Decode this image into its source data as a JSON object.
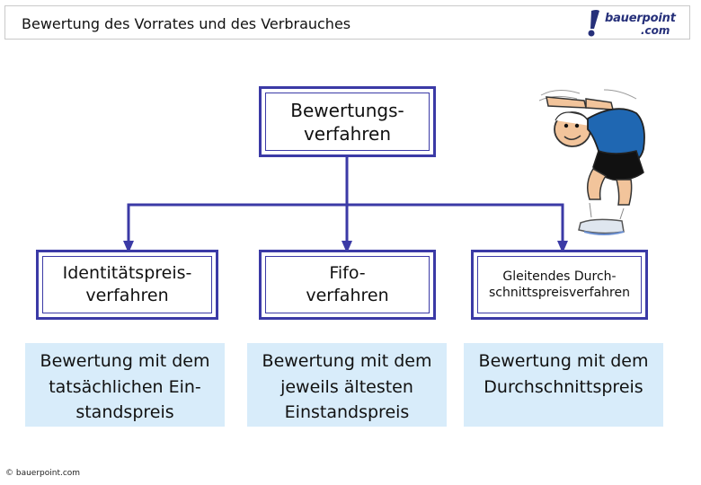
{
  "header": {
    "title": "Bewertung des Vorrates und des Verbrauches",
    "logo_main": "bauerpoint",
    "logo_sub": ".com"
  },
  "diagram": {
    "root": "Bewertungs-\nverfahren",
    "methods": [
      {
        "label": "Identitätspreis-\nverfahren",
        "description": "Bewertung mit dem\ntatsächlichen Ein-\nstandspreis"
      },
      {
        "label": "Fifo-\nverfahren",
        "description": "Bewertung mit dem\njeweils ältesten\nEinstandspreis"
      },
      {
        "label": "Gleitendes Durch-\nschnittspreisverfahren",
        "description": "Bewertung mit dem\nDurchschnittspreis"
      }
    ]
  },
  "colors": {
    "border": "#3b3aa6",
    "description_bg": "#d8ecfa",
    "logo": "#26307a"
  },
  "footer": {
    "copyright": "© bauerpoint.com"
  }
}
